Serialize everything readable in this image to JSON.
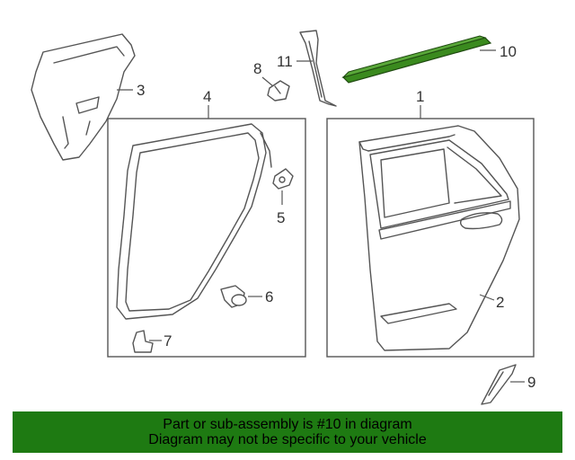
{
  "diagram": {
    "callouts": {
      "c1": "1",
      "c2": "2",
      "c3": "3",
      "c4": "4",
      "c5": "5",
      "c6": "6",
      "c7": "7",
      "c8": "8",
      "c9": "9",
      "c10": "10",
      "c11": "11"
    },
    "highlight_part": "10",
    "colors": {
      "highlight": "#3a8a1e",
      "banner_bg": "#1e7a12",
      "line": "#555555"
    }
  },
  "banner": {
    "line1": "Part or sub-assembly is #10 in diagram",
    "line2": "Diagram may not be specific to your vehicle"
  }
}
